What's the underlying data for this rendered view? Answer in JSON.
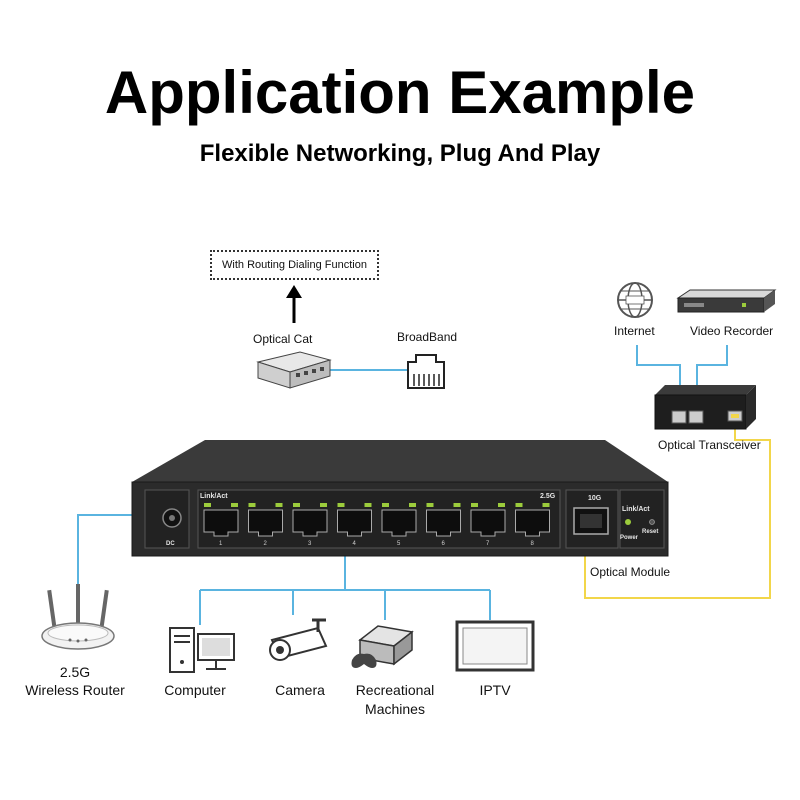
{
  "title": "Application Example",
  "subtitle": "Flexible Networking, Plug And Play",
  "upstream": {
    "routing_note": "With Routing Dialing Function",
    "optical_cat": "Optical Cat",
    "broadband": "BroadBand"
  },
  "right_side": {
    "internet": "Internet",
    "video_recorder": "Video Recorder",
    "optical_transceiver": "Optical Transceiver",
    "optical_module": "Optical Module"
  },
  "switch_panel": {
    "link_act_left": "Link/Act",
    "speed_label": "2.5G",
    "sfp_label": "10G",
    "link_act_right": "Link/Act",
    "power": "Power",
    "reset": "Reset",
    "dc": "DC",
    "port_numbers": [
      "1",
      "2",
      "3",
      "4",
      "5",
      "6",
      "7",
      "8"
    ]
  },
  "devices": {
    "router_speed": "2.5G",
    "router_name": "Wireless Router",
    "computer": "Computer",
    "camera": "Camera",
    "recreational_line1": "Recreational",
    "recreational_line2": "Machines",
    "iptv": "IPTV"
  },
  "colors": {
    "link_blue": "#5ab4e0",
    "fiber_yellow": "#f2d64a",
    "switch_body": "#2b2b2b",
    "port_led_green": "#9ccc3c"
  }
}
